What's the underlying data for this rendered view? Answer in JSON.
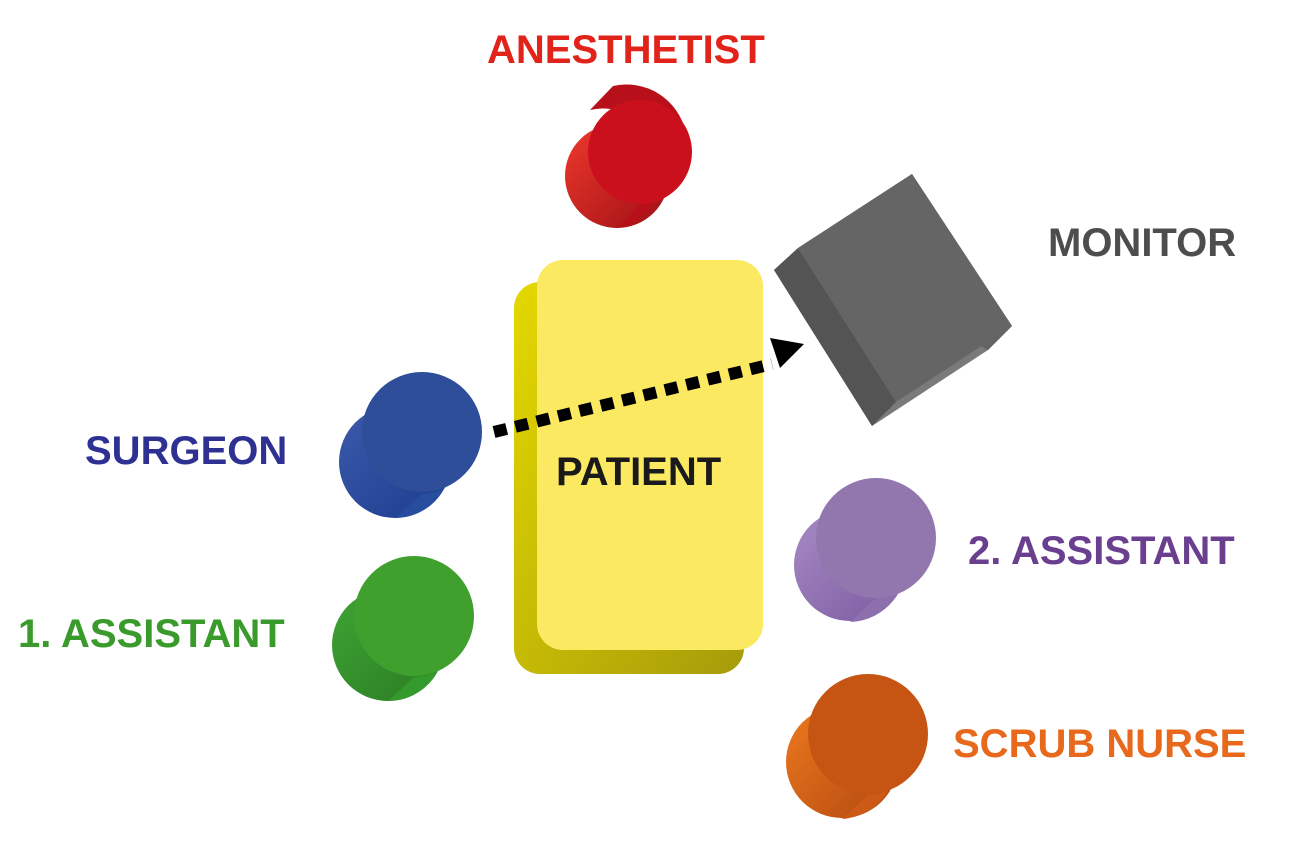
{
  "labels": {
    "anesthetist": "ANESTHETIST",
    "monitor": "MONITOR",
    "surgeon": "SURGEON",
    "patient": "PATIENT",
    "assistant_2": "2. ASSISTANT",
    "assistant_1": "1. ASSISTANT",
    "scrub_nurse": "SCRUB NURSE"
  },
  "colors": {
    "anesthetist": "#e2231a",
    "surgeon": "#2e3192",
    "assistant_1": "#3a9b2c",
    "assistant_2": "#6b3f8f",
    "scrub_nurse": "#e8681c",
    "monitor": "#4d4d4d",
    "patient_text": "#1a1a1a",
    "patient_fill": "#fbe961",
    "arrow": "#000000"
  }
}
